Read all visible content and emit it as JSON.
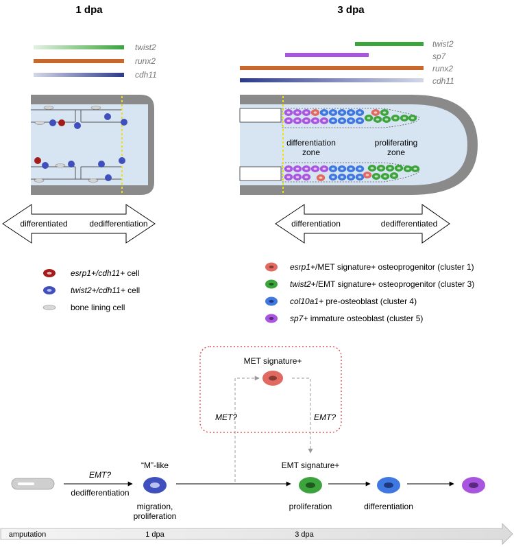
{
  "panels": {
    "left": {
      "title": "1 dpa"
    },
    "right": {
      "title": "3 dpa"
    }
  },
  "genes": {
    "left": [
      "twist2",
      "runx2",
      "cdh11"
    ],
    "right": [
      "twist2",
      "sp7",
      "runx2",
      "cdh11"
    ]
  },
  "zones": {
    "differentiation_1": "differentiation",
    "differentiation_2": "zone",
    "proliferating_1": "proliferating",
    "proliferating_2": "zone"
  },
  "arrows": {
    "left": {
      "start": "differentiated",
      "end": "dedifferentiation"
    },
    "right": {
      "start": "differentiation",
      "end": "dedifferentiated"
    }
  },
  "legend_left": [
    {
      "gene": "esrp1+/cdh11+",
      "suffix": " cell",
      "color": "#a31c1c"
    },
    {
      "gene": "twist2+/cdh11+",
      "suffix": " cell",
      "color": "#3f4fbd"
    },
    {
      "gene": "",
      "suffix": "bone lining cell",
      "color": "#d0d0d0"
    }
  ],
  "legend_right": [
    {
      "gene": "esrp1+",
      "suffix": "/MET signature+ osteoprogenitor (cluster 1)",
      "color": "#e06a62"
    },
    {
      "gene": "twist2+",
      "suffix": "/EMT signature+ osteoprogenitor (cluster 3)",
      "color": "#3da33d"
    },
    {
      "gene": "col10a1+",
      "suffix": " pre-osteoblast (cluster 4)",
      "color": "#3f78e0"
    },
    {
      "gene": "sp7+",
      "suffix": " immature osteoblast (cluster 5)",
      "color": "#a855e0"
    }
  ],
  "flow": {
    "met_signature": "MET signature+",
    "met_q": "MET?",
    "emt_q_right": "EMT?",
    "emt_q_left": "EMT?",
    "dediff": "dedifferentiation",
    "m_like": "“M”-like",
    "migration_1": "migration,",
    "migration_2": "proliferation",
    "emt_signature": "EMT signature+",
    "proliferation": "proliferation",
    "differentiation": "differentiation"
  },
  "timeline": {
    "amputation": "amputation",
    "dpa1": "1 dpa",
    "dpa3": "3 dpa"
  }
}
